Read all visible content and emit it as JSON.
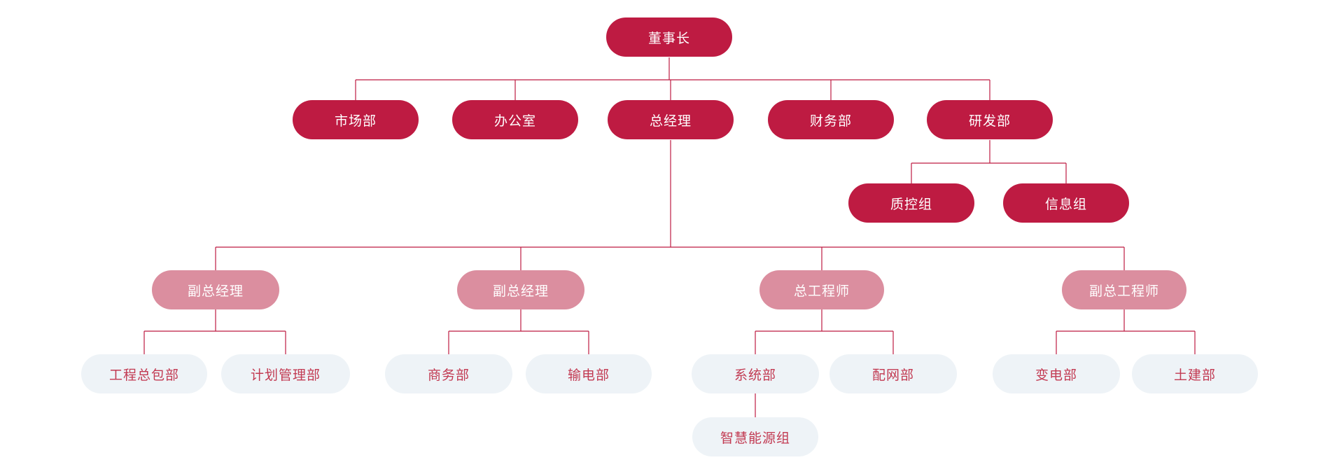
{
  "palette": {
    "primary_fill": "#be1b42",
    "secondary_fill": "#db8e9f",
    "tertiary_fill": "#eef3f7",
    "tertiary_text": "#c23a52",
    "node_text_light": "#ffffff",
    "connector_color": "#be1b42",
    "background": "#ffffff"
  },
  "chart": {
    "type": "org-chart",
    "root_label": "董事长",
    "levels": [
      "董事长",
      "市场部 / 办公室 / 总经理 / 财务部 / 研发部",
      "质控组 / 信息组 (研发部下属)",
      "副总经理 / 副总经理 / 总工程师 / 副总工程师 (总经理下属)",
      "工程总包部 / 计划管理部 / 商务部 / 输电部 / 系统部 / 配网部 / 变电部 / 土建部",
      "智慧能源组 (系统部下属)"
    ]
  },
  "nodes": [
    {
      "id": "chairman",
      "label": "董事长",
      "style": "primary",
      "parent": null
    },
    {
      "id": "marketing-dept",
      "label": "市场部",
      "style": "primary",
      "parent": "chairman"
    },
    {
      "id": "office",
      "label": "办公室",
      "style": "primary",
      "parent": "chairman"
    },
    {
      "id": "general-manager",
      "label": "总经理",
      "style": "primary",
      "parent": "chairman"
    },
    {
      "id": "finance-dept",
      "label": "财务部",
      "style": "primary",
      "parent": "chairman"
    },
    {
      "id": "rnd-dept",
      "label": "研发部",
      "style": "primary",
      "parent": "chairman"
    },
    {
      "id": "qc-group",
      "label": "质控组",
      "style": "primary",
      "parent": "rnd-dept"
    },
    {
      "id": "info-group",
      "label": "信息组",
      "style": "primary",
      "parent": "rnd-dept"
    },
    {
      "id": "deputy-gm-1",
      "label": "副总经理",
      "style": "secondary",
      "parent": "general-manager"
    },
    {
      "id": "deputy-gm-2",
      "label": "副总经理",
      "style": "secondary",
      "parent": "general-manager"
    },
    {
      "id": "chief-engineer",
      "label": "总工程师",
      "style": "secondary",
      "parent": "general-manager"
    },
    {
      "id": "deputy-chief-engineer",
      "label": "副总工程师",
      "style": "secondary",
      "parent": "general-manager"
    },
    {
      "id": "epc-dept",
      "label": "工程总包部",
      "style": "tertiary",
      "parent": "deputy-gm-1"
    },
    {
      "id": "planning-dept",
      "label": "计划管理部",
      "style": "tertiary",
      "parent": "deputy-gm-1"
    },
    {
      "id": "business-dept",
      "label": "商务部",
      "style": "tertiary",
      "parent": "deputy-gm-2"
    },
    {
      "id": "transmission-dept",
      "label": "输电部",
      "style": "tertiary",
      "parent": "deputy-gm-2"
    },
    {
      "id": "system-dept",
      "label": "系统部",
      "style": "tertiary",
      "parent": "chief-engineer"
    },
    {
      "id": "distribution-dept",
      "label": "配网部",
      "style": "tertiary",
      "parent": "chief-engineer"
    },
    {
      "id": "substation-dept",
      "label": "变电部",
      "style": "tertiary",
      "parent": "deputy-chief-engineer"
    },
    {
      "id": "civil-dept",
      "label": "土建部",
      "style": "tertiary",
      "parent": "deputy-chief-engineer"
    },
    {
      "id": "smart-energy-group",
      "label": "智慧能源组",
      "style": "tertiary",
      "parent": "system-dept"
    }
  ]
}
